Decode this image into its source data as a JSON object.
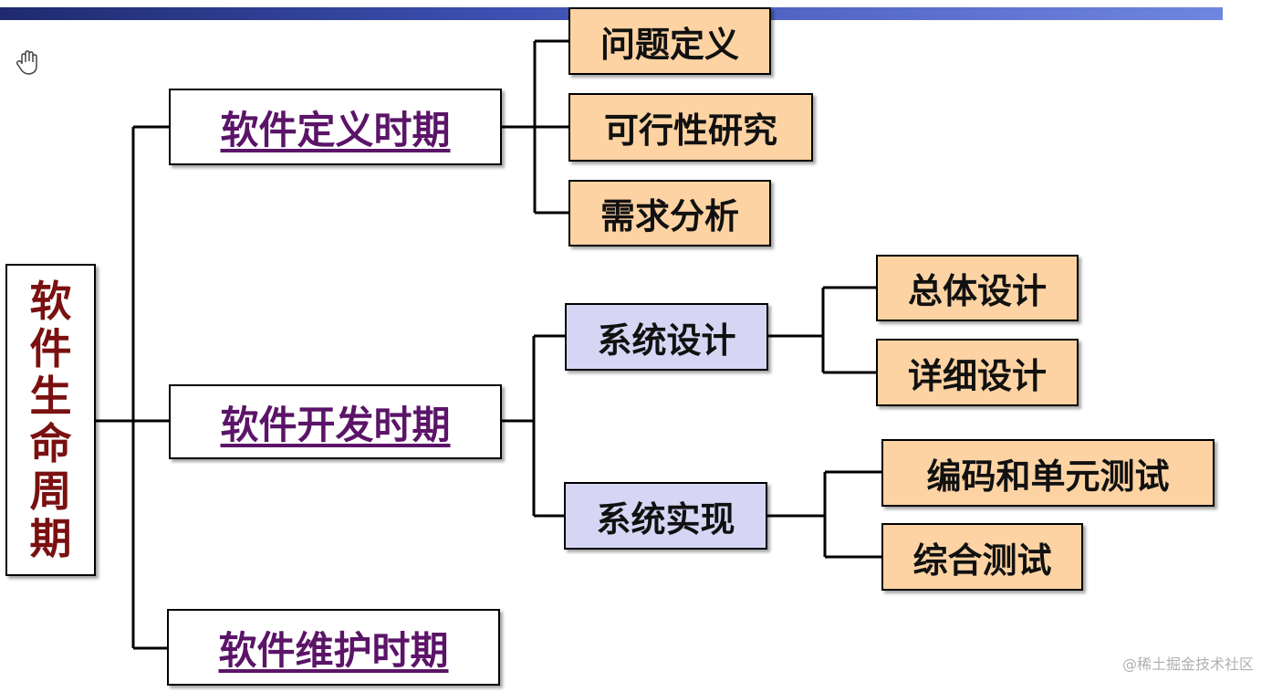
{
  "root": {
    "label": [
      "软",
      "件",
      "生",
      "命",
      "周",
      "期"
    ]
  },
  "phases": [
    {
      "label": "软件定义时期"
    },
    {
      "label": "软件开发时期"
    },
    {
      "label": "软件维护时期"
    }
  ],
  "definition_tasks": [
    "问题定义",
    "可行性研究",
    "需求分析"
  ],
  "development": {
    "design": {
      "label": "系统设计",
      "children": [
        "总体设计",
        "详细设计"
      ]
    },
    "implementation": {
      "label": "系统实现",
      "children": [
        "编码和单元测试",
        "综合测试"
      ]
    }
  },
  "watermark": "@稀土掘金技术社区",
  "colors": {
    "task_box": "#fdd3a3",
    "subphase_box": "#d6d6f4",
    "phase_text": "#5b1468",
    "root_text": "#7a1010",
    "top_bar": "#3c4fb0"
  },
  "icons": {
    "cursor": "hand-cursor-icon"
  }
}
